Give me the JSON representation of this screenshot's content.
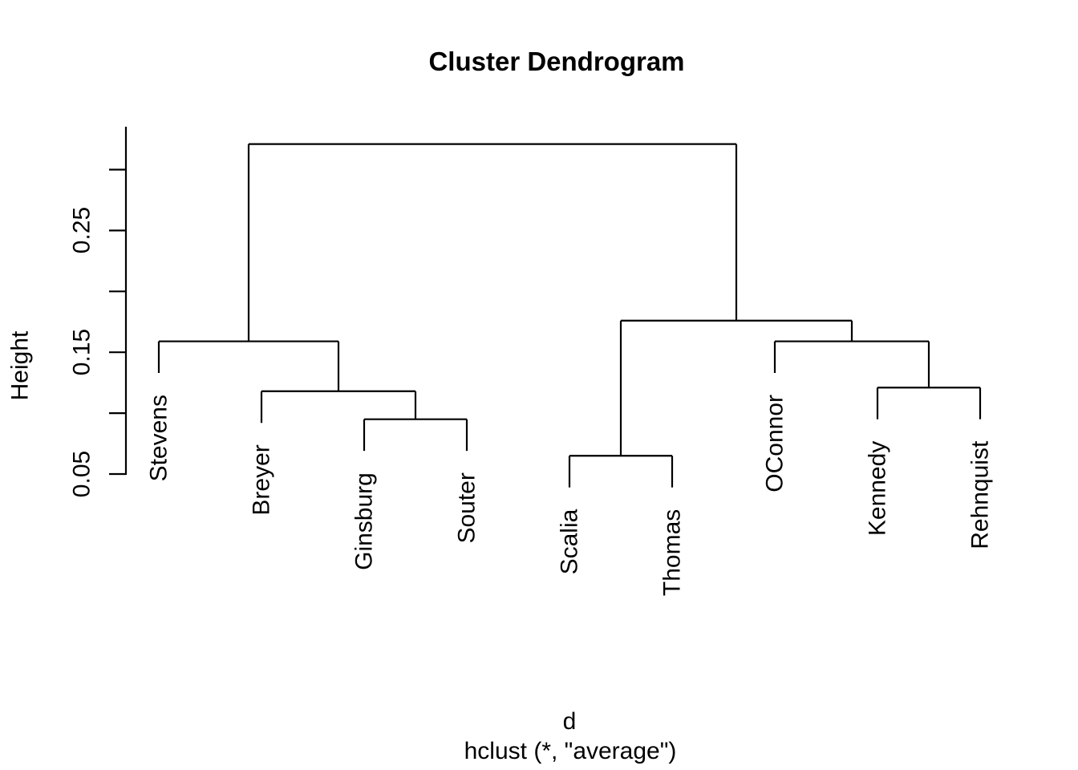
{
  "figure": {
    "title": "Cluster Dendrogram",
    "y_axis_label": "Height",
    "x_label": "d",
    "x_sublabel": "hclust (*, \"average\")"
  },
  "colors": {
    "line": "#000000",
    "text": "#000000",
    "background": "#ffffff"
  },
  "chart_data": {
    "type": "dendrogram",
    "title": "Cluster Dendrogram",
    "ylabel": "Height",
    "xlabel": "d",
    "subtitle": "hclust (*, \"average\")",
    "method": "average",
    "leaves": [
      "Stevens",
      "Breyer",
      "Ginsburg",
      "Souter",
      "Scalia",
      "Thomas",
      "OConnor",
      "Kennedy",
      "Rehnquist"
    ],
    "merges": [
      {
        "id": "GS",
        "children": [
          "Ginsburg",
          "Souter"
        ],
        "height": 0.095
      },
      {
        "id": "BGS",
        "children": [
          "Breyer",
          "GS"
        ],
        "height": 0.118
      },
      {
        "id": "LEFT",
        "children": [
          "Stevens",
          "BGS"
        ],
        "height": 0.159
      },
      {
        "id": "ST",
        "children": [
          "Scalia",
          "Thomas"
        ],
        "height": 0.065
      },
      {
        "id": "KR",
        "children": [
          "Kennedy",
          "Rehnquist"
        ],
        "height": 0.121
      },
      {
        "id": "OKR",
        "children": [
          "OConnor",
          "KR"
        ],
        "height": 0.159
      },
      {
        "id": "RIGHT",
        "children": [
          "ST",
          "OKR"
        ],
        "height": 0.176
      },
      {
        "id": "ROOT",
        "children": [
          "LEFT",
          "RIGHT"
        ],
        "height": 0.321
      }
    ],
    "hang_drop": 0.026,
    "y_axis": {
      "label": "Height",
      "range": [
        0.05,
        0.335
      ],
      "tick_values": [
        0.05,
        0.1,
        0.15,
        0.2,
        0.25,
        0.3
      ],
      "tick_labels": [
        {
          "value": 0.05,
          "label": "0.05"
        },
        {
          "value": 0.15,
          "label": "0.15"
        },
        {
          "value": 0.25,
          "label": "0.25"
        }
      ],
      "grid": false
    },
    "legend": null
  }
}
